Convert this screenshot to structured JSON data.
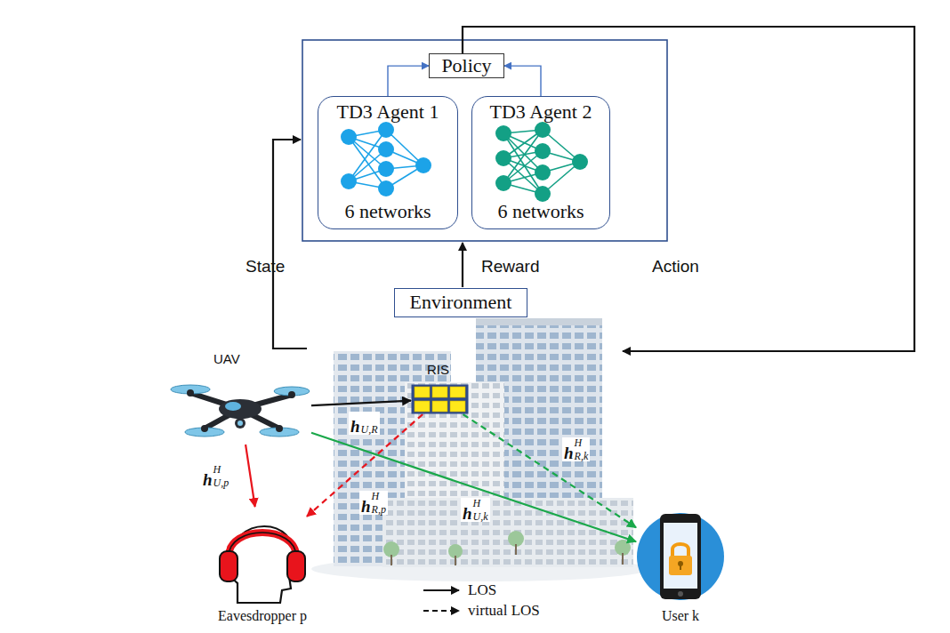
{
  "diagram": {
    "nodes": [
      {
        "text": [
          "Policy"
        ]
      },
      {
        "text": [
          "TD3 Agent 1",
          "6 networks"
        ]
      },
      {
        "text": [
          "TD3 Agent 2",
          "6 networks"
        ]
      },
      {
        "text": [
          "Environment"
        ]
      },
      {
        "text": [
          "UAV"
        ]
      },
      {
        "text": [
          "RIS"
        ]
      },
      {
        "text": [
          "Eavesdropper p"
        ]
      },
      {
        "text": [
          "User k"
        ]
      }
    ],
    "edges": [
      {
        "from": 1,
        "to": 0,
        "arrow": "to"
      },
      {
        "from": 2,
        "to": 0,
        "arrow": "to"
      },
      {
        "from": 4,
        "to": 5,
        "arrow": "to",
        "label": "hU,R"
      },
      {
        "from": 4,
        "to": 6,
        "arrow": "to",
        "label": "hU,pH"
      },
      {
        "from": 4,
        "to": 7,
        "arrow": "to",
        "label": "hU,kH"
      },
      {
        "from": 5,
        "to": 6,
        "arrow": "to",
        "label": "hR,pH"
      },
      {
        "from": 5,
        "to": 7,
        "arrow": "to",
        "label": "hR,kH"
      }
    ],
    "labels": [
      "State",
      "Reward",
      "Action"
    ],
    "legend": [
      {
        "text": "LOS"
      },
      {
        "text": "virtual LOS"
      }
    ]
  }
}
